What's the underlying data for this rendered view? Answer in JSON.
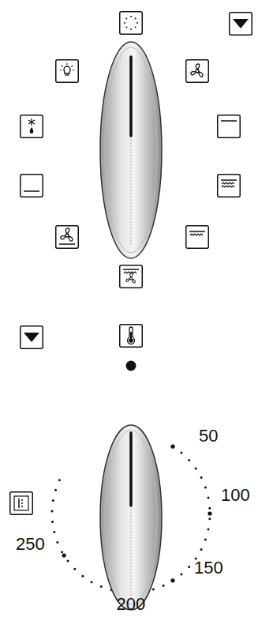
{
  "diagram": {
    "labels": [
      "50",
      "100",
      "150",
      "200",
      "250"
    ]
  }
}
